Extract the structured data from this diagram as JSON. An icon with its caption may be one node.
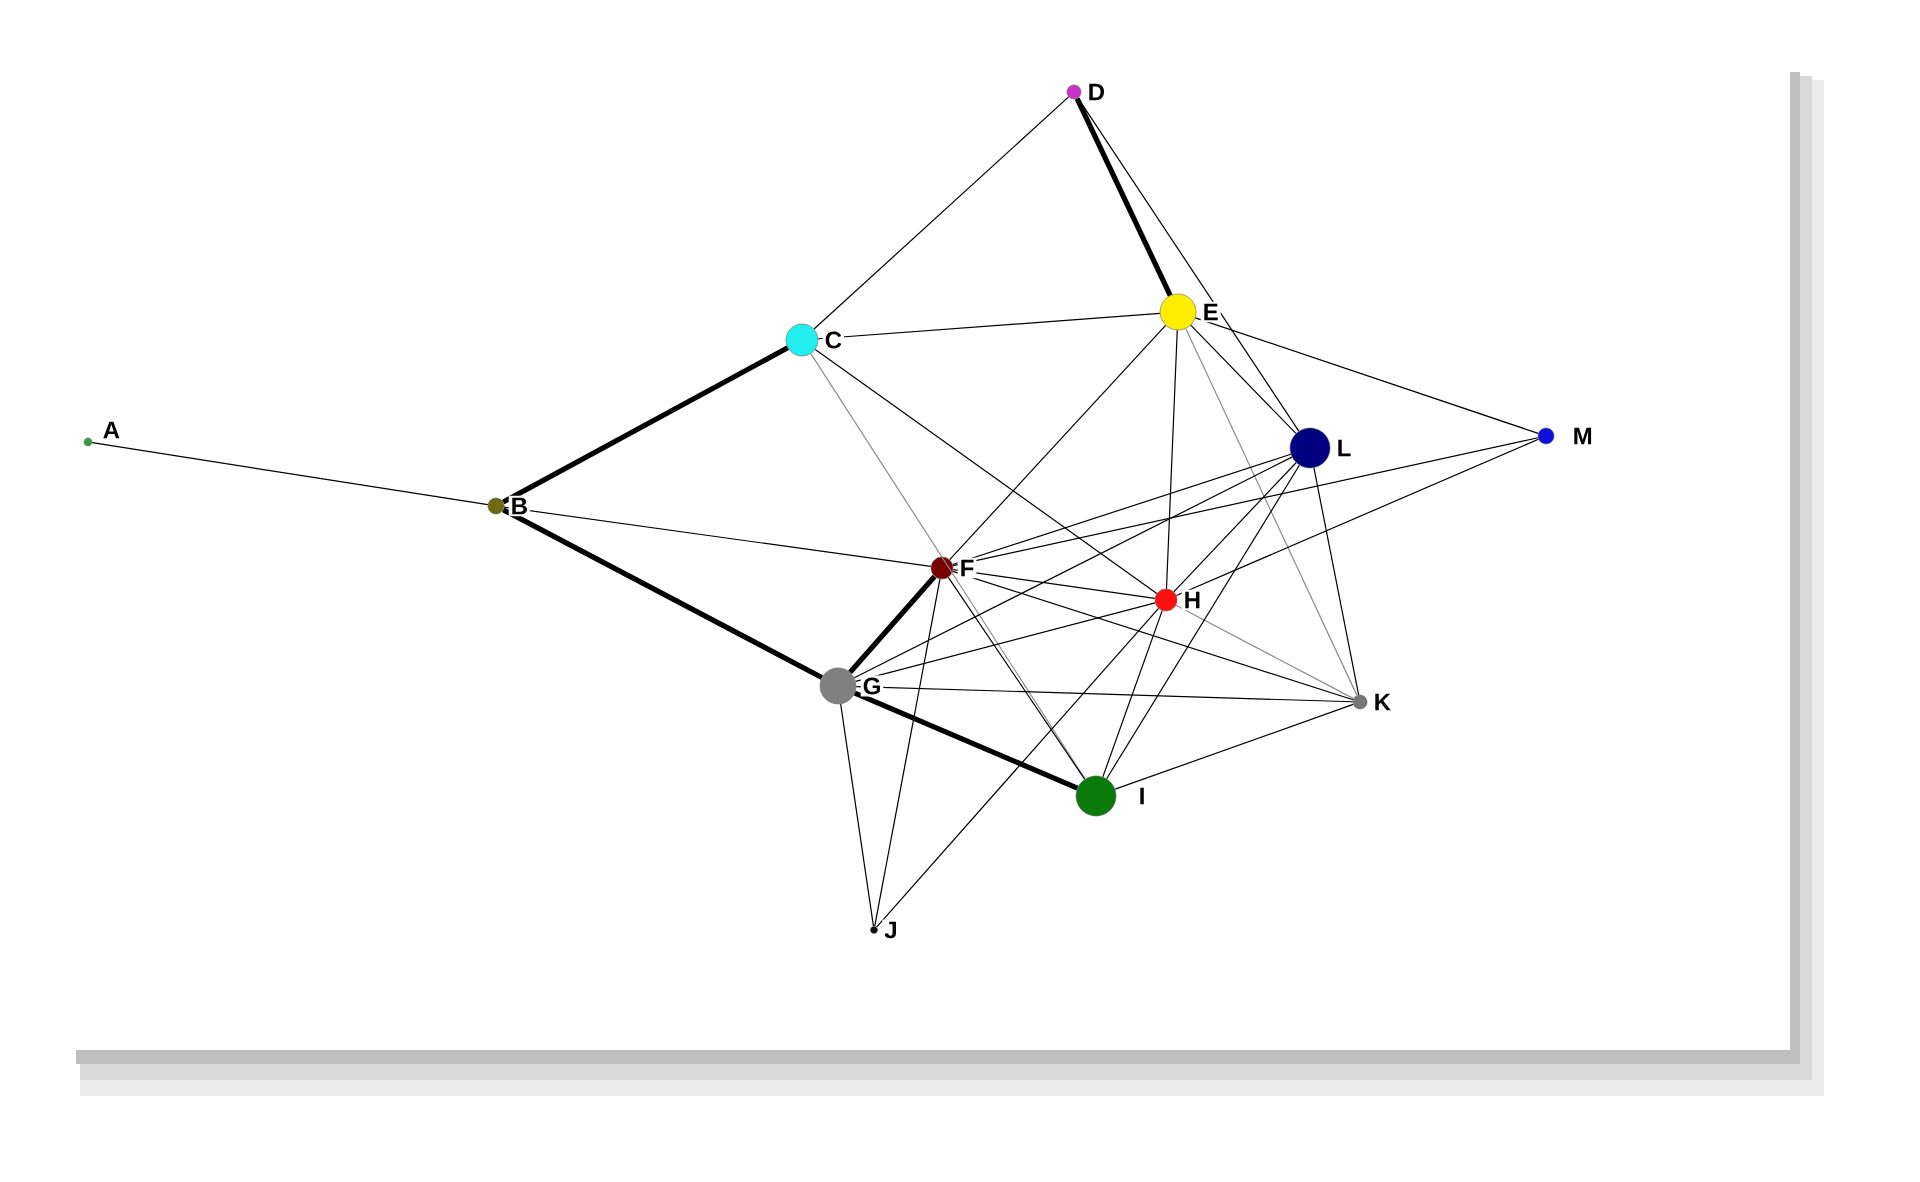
{
  "diagram": {
    "nodes": [
      {
        "text": [
          "A"
        ]
      },
      {
        "text": [
          "B"
        ]
      },
      {
        "text": [
          "C"
        ]
      },
      {
        "text": [
          "D"
        ]
      },
      {
        "text": [
          "E"
        ]
      },
      {
        "text": [
          "F"
        ]
      },
      {
        "text": [
          "G"
        ]
      },
      {
        "text": [
          "H"
        ]
      },
      {
        "text": [
          "I"
        ]
      },
      {
        "text": [
          "J"
        ]
      },
      {
        "text": [
          "K"
        ]
      },
      {
        "text": [
          "L"
        ]
      },
      {
        "text": [
          "M"
        ]
      }
    ],
    "edges": [
      {
        "from": 0,
        "to": 1,
        "arrow": "none"
      },
      {
        "from": 1,
        "to": 2,
        "arrow": "none",
        "style": "thick"
      },
      {
        "from": 1,
        "to": 5,
        "arrow": "none"
      },
      {
        "from": 1,
        "to": 6,
        "arrow": "none",
        "style": "thick"
      },
      {
        "from": 2,
        "to": 3,
        "arrow": "none"
      },
      {
        "from": 2,
        "to": 4,
        "arrow": "none"
      },
      {
        "from": 2,
        "to": 8,
        "arrow": "none",
        "color": "#8c8c8c"
      },
      {
        "from": 2,
        "to": 7,
        "arrow": "none"
      },
      {
        "from": 3,
        "to": 4,
        "arrow": "none",
        "style": "thick"
      },
      {
        "from": 3,
        "to": 11,
        "arrow": "none"
      },
      {
        "from": 4,
        "to": 5,
        "arrow": "none"
      },
      {
        "from": 4,
        "to": 7,
        "arrow": "none"
      },
      {
        "from": 4,
        "to": 11,
        "arrow": "none"
      },
      {
        "from": 4,
        "to": 12,
        "arrow": "none"
      },
      {
        "from": 4,
        "to": 10,
        "arrow": "none",
        "color": "#8c8c8c"
      },
      {
        "from": 5,
        "to": 11,
        "arrow": "none"
      },
      {
        "from": 5,
        "to": 12,
        "arrow": "none"
      },
      {
        "from": 5,
        "to": 6,
        "arrow": "none",
        "style": "thick"
      },
      {
        "from": 5,
        "to": 7,
        "arrow": "none"
      },
      {
        "from": 5,
        "to": 8,
        "arrow": "none"
      },
      {
        "from": 5,
        "to": 10,
        "arrow": "none"
      },
      {
        "from": 5,
        "to": 9,
        "arrow": "none"
      },
      {
        "from": 6,
        "to": 11,
        "arrow": "none"
      },
      {
        "from": 6,
        "to": 7,
        "arrow": "none"
      },
      {
        "from": 6,
        "to": 10,
        "arrow": "none"
      },
      {
        "from": 6,
        "to": 8,
        "arrow": "none",
        "style": "thick"
      },
      {
        "from": 6,
        "to": 9,
        "arrow": "none"
      },
      {
        "from": 7,
        "to": 11,
        "arrow": "none"
      },
      {
        "from": 7,
        "to": 12,
        "arrow": "none"
      },
      {
        "from": 7,
        "to": 8,
        "arrow": "none"
      },
      {
        "from": 7,
        "to": 10,
        "arrow": "none",
        "color": "#8c8c8c"
      },
      {
        "from": 7,
        "to": 9,
        "arrow": "none"
      },
      {
        "from": 8,
        "to": 11,
        "arrow": "none"
      },
      {
        "from": 8,
        "to": 10,
        "arrow": "none"
      },
      {
        "from": 10,
        "to": 11,
        "arrow": "none"
      }
    ]
  }
}
